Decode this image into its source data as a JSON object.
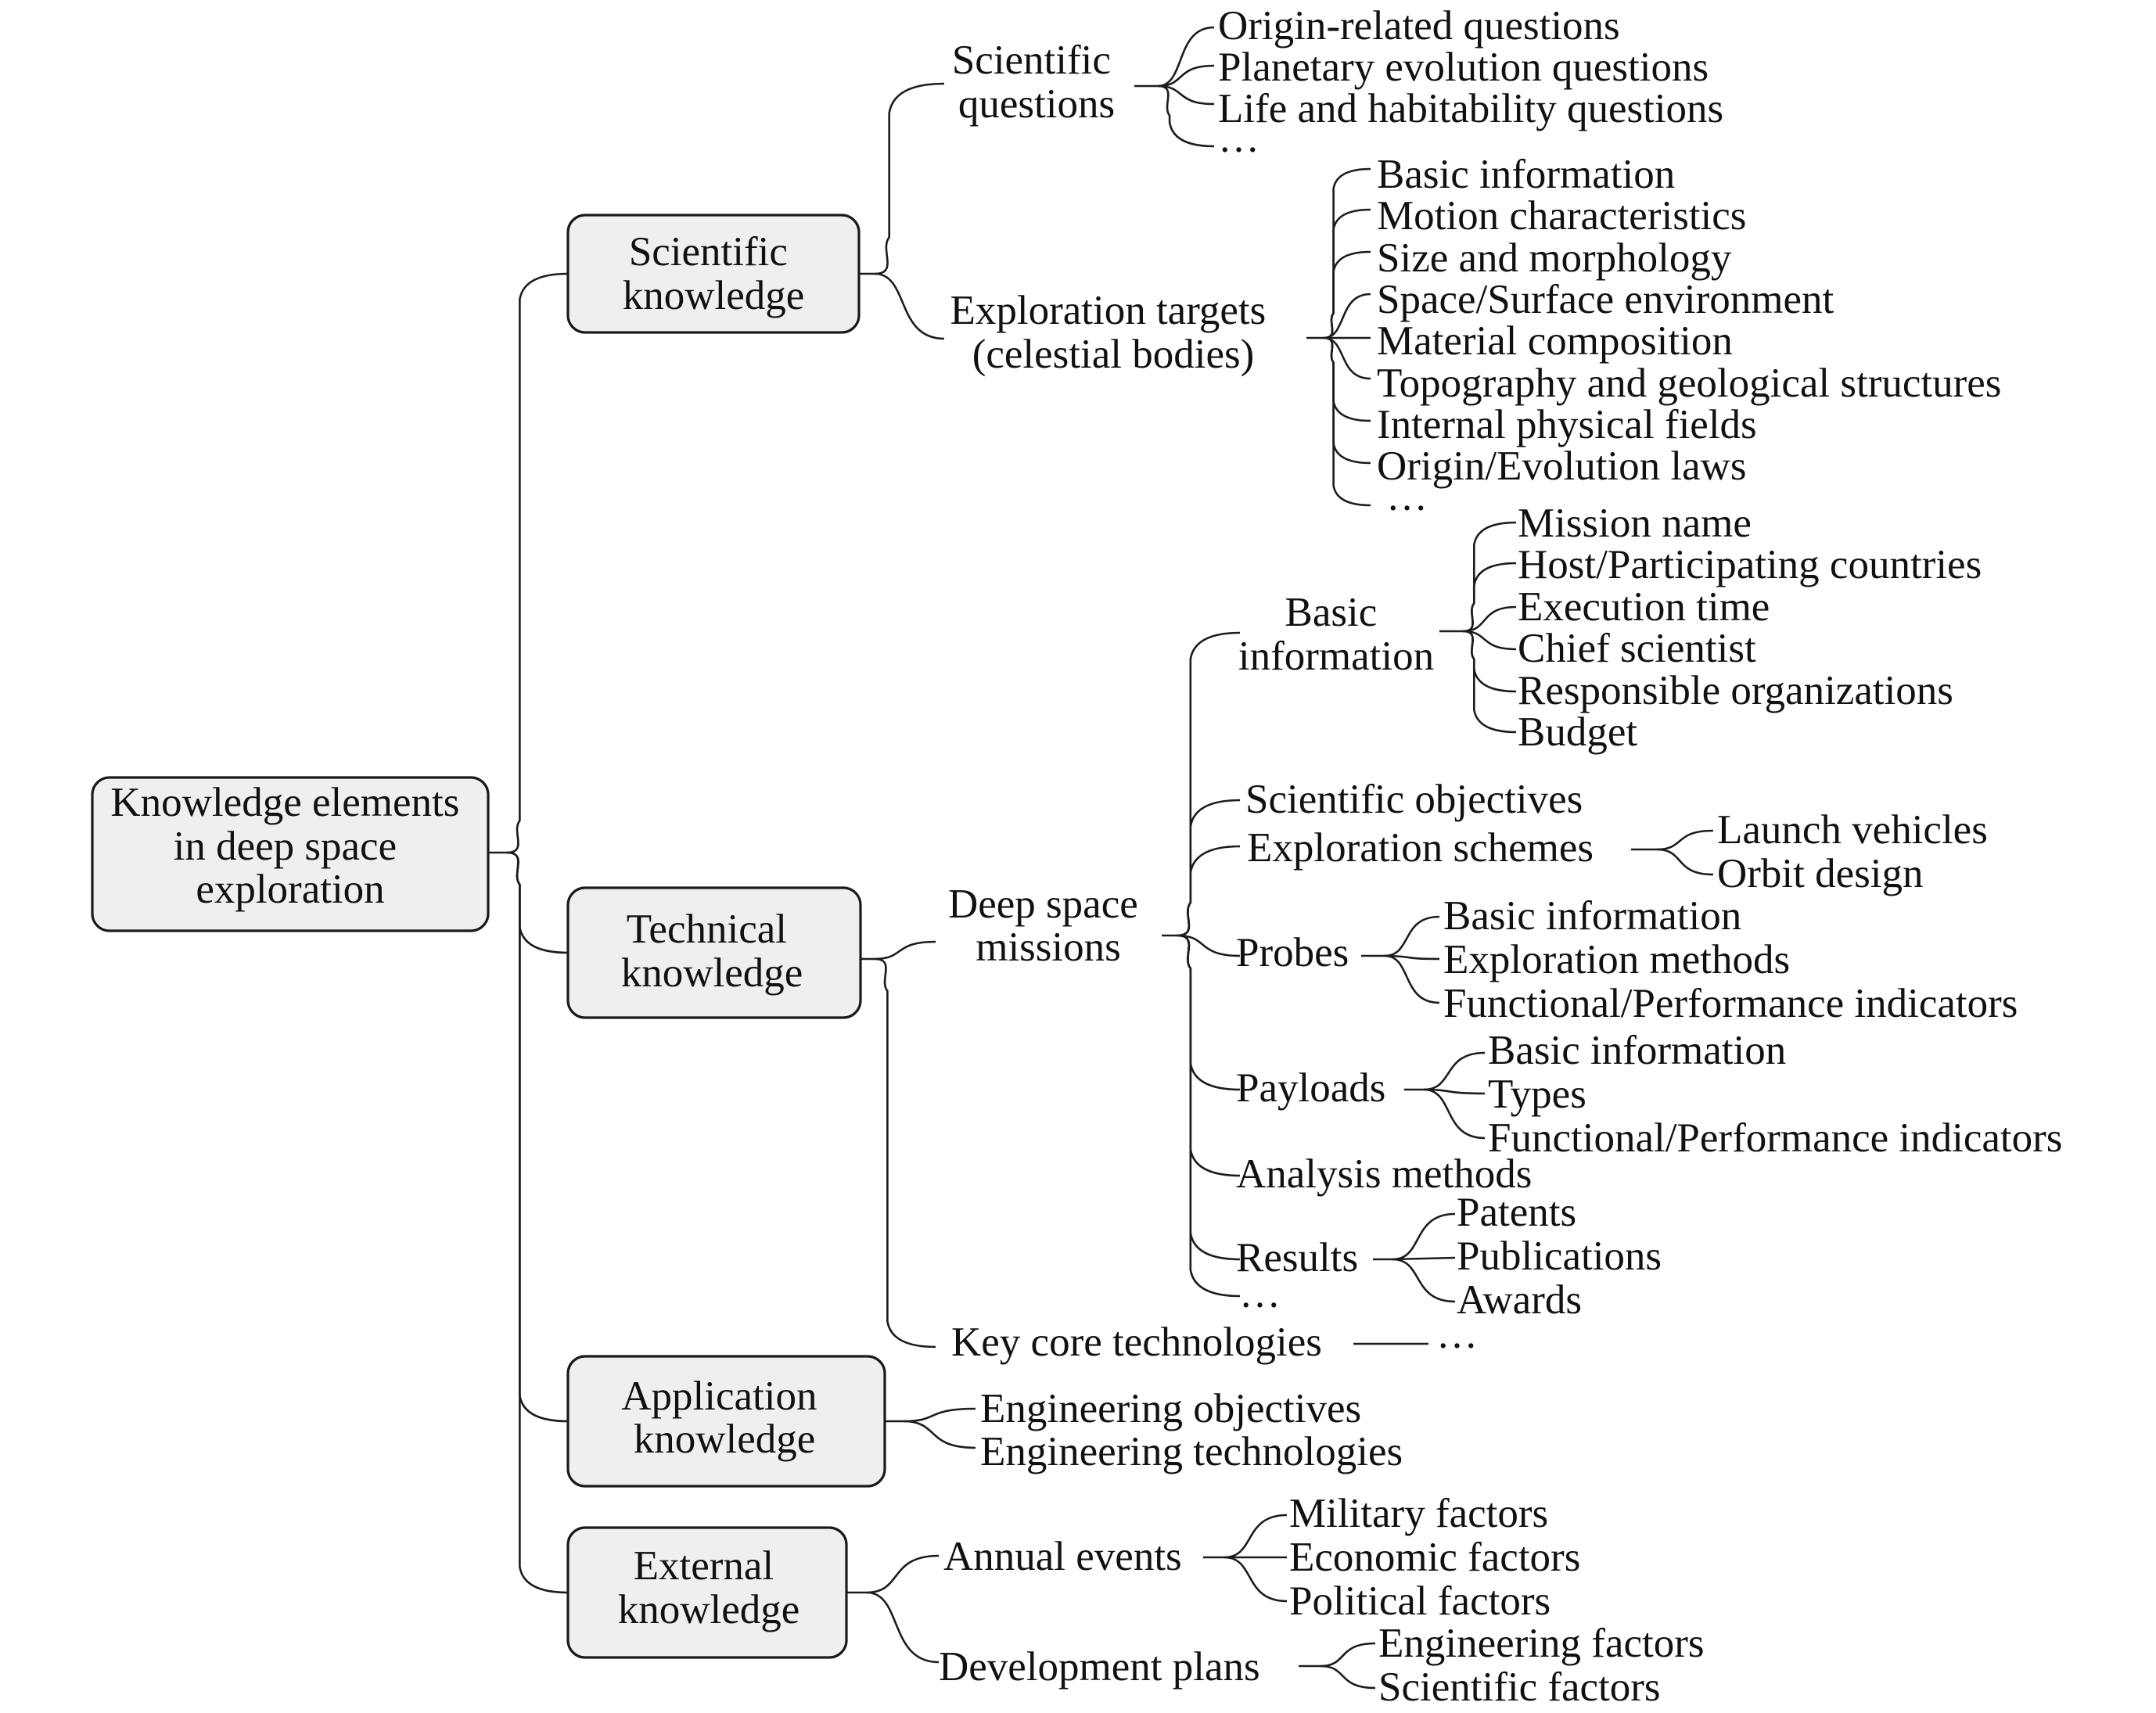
{
  "tree": {
    "root": {
      "label_lines": [
        "Knowledge elements",
        "in deep space",
        "exploration"
      ]
    },
    "scientific": {
      "label_lines": [
        "Scientific",
        "knowledge"
      ],
      "questions": {
        "label_lines": [
          "Scientific",
          "questions"
        ],
        "items": [
          "Origin-related questions",
          "Planetary evolution questions",
          "Life and habitability questions",
          "…"
        ]
      },
      "targets": {
        "label_lines": [
          "Exploration targets",
          "(celestial bodies)"
        ],
        "items": [
          "Basic information",
          "Motion characteristics",
          "Size and morphology",
          "Space/Surface environment",
          "Material composition",
          "Topography and geological structures",
          "Internal physical fields",
          "Origin/Evolution laws",
          "…"
        ]
      }
    },
    "technical": {
      "label_lines": [
        "Technical",
        "knowledge"
      ],
      "missions": {
        "label_lines": [
          "Deep space",
          "missions"
        ],
        "basic_info": {
          "label_lines": [
            "Basic",
            "information"
          ],
          "items": [
            "Mission name",
            "Host/Participating countries",
            "Execution time",
            "Chief scientist",
            "Responsible organizations",
            "Budget"
          ]
        },
        "objectives": "Scientific objectives",
        "schemes": {
          "label": "Exploration schemes",
          "items": [
            "Launch vehicles",
            "Orbit design"
          ]
        },
        "probes": {
          "label": "Probes",
          "items": [
            "Basic information",
            "Exploration methods",
            "Functional/Performance indicators"
          ]
        },
        "payloads": {
          "label": "Payloads",
          "items": [
            "Basic information",
            "Types",
            "Functional/Performance indicators"
          ]
        },
        "analysis": "Analysis methods",
        "results": {
          "label": "Results",
          "items": [
            "Patents",
            "Publications",
            "Awards"
          ]
        },
        "more": "…"
      },
      "key_tech": {
        "label": "Key core technologies",
        "more": "…"
      }
    },
    "application": {
      "label_lines": [
        "Application",
        "knowledge"
      ],
      "items": [
        "Engineering objectives",
        "Engineering technologies"
      ]
    },
    "external": {
      "label_lines": [
        "External",
        "knowledge"
      ],
      "annual": {
        "label": "Annual events",
        "items": [
          "Military factors",
          "Economic factors",
          "Political factors"
        ]
      },
      "plans": {
        "label": "Development plans",
        "items": [
          "Engineering factors",
          "Scientific factors"
        ]
      }
    }
  }
}
